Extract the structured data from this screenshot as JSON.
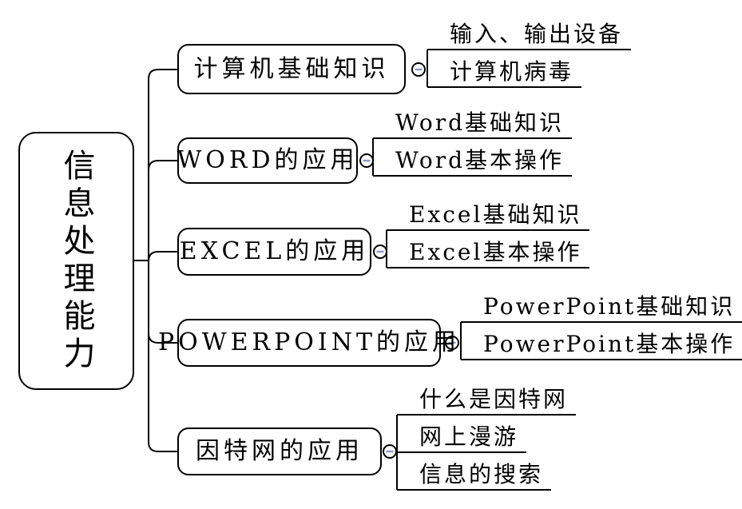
{
  "title": "信息处理能力思维导图",
  "root": {
    "label": "信息处理能力"
  },
  "branches": [
    {
      "label": "计算机基础知识",
      "children": [
        "输入、输出设备",
        "计算机病毒"
      ]
    },
    {
      "label": "WORD的应用",
      "children": [
        "Word基础知识",
        "Word基本操作"
      ]
    },
    {
      "label": "EXCEL的应用",
      "children": [
        "Excel基础知识",
        "Excel基本操作"
      ]
    },
    {
      "label": "POWERPOINT的应用",
      "children": [
        "PowerPoint基础知识",
        "PowerPoint基本操作"
      ]
    },
    {
      "label": "因特网的应用",
      "children": [
        "什么是因特网",
        "网上漫游",
        "信息的搜索"
      ]
    }
  ],
  "icons": {
    "collapse_toggle": "circled-minus"
  },
  "colors": {
    "line": "#000000",
    "node_fill": "#ffffff",
    "background": "#ffffff",
    "collapse_minus": "#8f9ac8"
  }
}
